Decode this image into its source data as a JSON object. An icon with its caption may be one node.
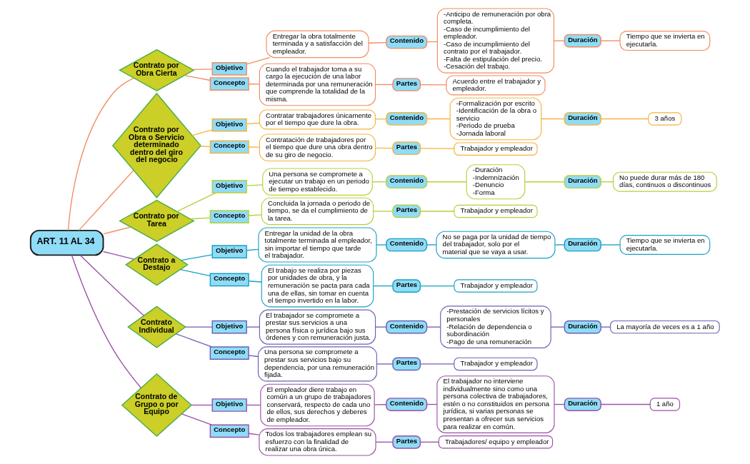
{
  "diagram": {
    "nodes": [
      {
        "text": [
          "ART. 11 AL 34"
        ]
      },
      {
        "text": [
          "Contrato por Obra Cierta"
        ]
      },
      {
        "text": [
          "Objetivo"
        ]
      },
      {
        "text": [
          "Entregar la obra totalmente terminada y a satisfacción del empleador."
        ]
      },
      {
        "text": [
          "Contenido"
        ]
      },
      {
        "text": [
          "-Anticipo de remuneración por obra completa. -Caso de incumplimiento del empleador. -Caso de incumplimiento del contrato por el trabajador. -Falta de estipulación del precio. -Cesación del trabajo."
        ]
      },
      {
        "text": [
          "Duración"
        ]
      },
      {
        "text": [
          "Tiempo que se invierta en ejecutarla."
        ]
      },
      {
        "text": [
          "Concepto"
        ]
      },
      {
        "text": [
          "Cuando el trabajador toma a su cargo la ejecución de una labor determinada por una remuneración que comprende la totalidad de la misma."
        ]
      },
      {
        "text": [
          "Partes"
        ]
      },
      {
        "text": [
          "Acuerdo entre el trabajador y empleador."
        ]
      },
      {
        "text": [
          "Contrato por Obra o Servicio determinado dentro del giro del negocio"
        ]
      },
      {
        "text": [
          "Objetivo"
        ]
      },
      {
        "text": [
          "Contratar trabajadores únicamente por el tiempo que dure la obra."
        ]
      },
      {
        "text": [
          "Contenido"
        ]
      },
      {
        "text": [
          "-Formalización por escrito -Identificación de la obra o servicio -Periodo de prueba -Jornada laboral"
        ]
      },
      {
        "text": [
          "Duración"
        ]
      },
      {
        "text": [
          "3 años"
        ]
      },
      {
        "text": [
          "Concepto"
        ]
      },
      {
        "text": [
          "Contratación de trabajadores por el tiempo que dure una obra dentro de su giro de negocio."
        ]
      },
      {
        "text": [
          "Partes"
        ]
      },
      {
        "text": [
          "Trabajador y empleador"
        ]
      },
      {
        "text": [
          "Contrato por Tarea"
        ]
      },
      {
        "text": [
          "Objetivo"
        ]
      },
      {
        "text": [
          "Una persona se compromete a ejecutar un trabajo en un periodo de tiempo establecido."
        ]
      },
      {
        "text": [
          "Contenido"
        ]
      },
      {
        "text": [
          "-Duración -Indemnización -Denuncio -Forma"
        ]
      },
      {
        "text": [
          "Duración"
        ]
      },
      {
        "text": [
          "No puede durar más de 180 días, continuos o discontinuos"
        ]
      },
      {
        "text": [
          "Concepto"
        ]
      },
      {
        "text": [
          "Concluida la jornada o periodo de tiempo, se da el cumplimiento de la tarea."
        ]
      },
      {
        "text": [
          "Partes"
        ]
      },
      {
        "text": [
          "Trabajador y empleador"
        ]
      },
      {
        "text": [
          "Contrato a Destajo"
        ]
      },
      {
        "text": [
          "Objetivo"
        ]
      },
      {
        "text": [
          "Entregar la unidad de la obra totalmente terminada al empleador, sin importar el tiempo que tarde el trabajador."
        ]
      },
      {
        "text": [
          "Contenido"
        ]
      },
      {
        "text": [
          "No se paga por la unidad de tiempo del trabajador, solo por el material que se vaya a usar."
        ]
      },
      {
        "text": [
          "Duración"
        ]
      },
      {
        "text": [
          "Tiempo que se invierta en ejecutarla."
        ]
      },
      {
        "text": [
          "Concepto"
        ]
      },
      {
        "text": [
          "El trabajo se realiza por piezas por unidades de obra, y la remuneración se pacta para cada una de ellas, sin tomar en cuenta el tiempo invertido en la labor."
        ]
      },
      {
        "text": [
          "Partes"
        ]
      },
      {
        "text": [
          "Trabajador y empleador"
        ]
      },
      {
        "text": [
          "Contrato Individual"
        ]
      },
      {
        "text": [
          "Objetivo"
        ]
      },
      {
        "text": [
          "El trabajador se compromete a prestar sus servicios a una persona física o jurídica bajo sus órdenes y con remuneración justa."
        ]
      },
      {
        "text": [
          "Contenido"
        ]
      },
      {
        "text": [
          "-Prestación de servicios lícitos y personales -Relación de dependencia o subordinación -Pago de una remuneración"
        ]
      },
      {
        "text": [
          "Duración"
        ]
      },
      {
        "text": [
          "La mayoría de veces es a 1 año"
        ]
      },
      {
        "text": [
          "Concepto"
        ]
      },
      {
        "text": [
          "Una persona se compromete a prestar sus servicios bajo su dependencia, por una remuneración fijada."
        ]
      },
      {
        "text": [
          "Partes"
        ]
      },
      {
        "text": [
          "Trabajador y empleador"
        ]
      },
      {
        "text": [
          "Contrato de Grupo o por Equipo"
        ]
      },
      {
        "text": [
          "Objetivo"
        ]
      },
      {
        "text": [
          "El empleador diere trabajo en común a un grupo de trabajadores conservará, respecto de cada uno de ellos, sus derechos y deberes de empleador."
        ]
      },
      {
        "text": [
          "Contenido"
        ]
      },
      {
        "text": [
          "El trabajador no interviene individualmente sino como una persona colectiva de trabajadores, estén o no constituidos en persona jurídica, si varias personas se presentan a ofrecer sus servicios para realizar en común."
        ]
      },
      {
        "text": [
          "Duración"
        ]
      },
      {
        "text": [
          "1 año"
        ]
      },
      {
        "text": [
          "Concepto"
        ]
      },
      {
        "text": [
          "Todos los trabajadores emplean su esfuerzo con la finalidad de realizar una obra única."
        ]
      },
      {
        "text": [
          "Partes"
        ]
      },
      {
        "text": [
          "Trabajadores/ equipo y empleador"
        ]
      }
    ],
    "edges": [
      {
        "from": 0,
        "to": 1,
        "arrow": "none",
        "color": "#f28b60"
      },
      {
        "from": 1,
        "to": 2,
        "arrow": "none",
        "color": "#f28b60"
      },
      {
        "from": 2,
        "to": 3,
        "arrow": "none",
        "color": "#f28b60"
      },
      {
        "from": 3,
        "to": 4,
        "arrow": "none",
        "color": "#f28b60"
      },
      {
        "from": 4,
        "to": 5,
        "arrow": "none",
        "color": "#f28b60"
      },
      {
        "from": 5,
        "to": 6,
        "arrow": "none",
        "color": "#f28b60"
      },
      {
        "from": 6,
        "to": 7,
        "arrow": "none",
        "color": "#f28b60"
      },
      {
        "from": 1,
        "to": 8,
        "arrow": "none",
        "color": "#f28b60"
      },
      {
        "from": 8,
        "to": 9,
        "arrow": "none",
        "color": "#f28b60"
      },
      {
        "from": 9,
        "to": 10,
        "arrow": "none",
        "color": "#f28b60"
      },
      {
        "from": 10,
        "to": 11,
        "arrow": "none",
        "color": "#f28b60"
      },
      {
        "from": 0,
        "to": 12,
        "arrow": "none",
        "color": "#f28b60"
      },
      {
        "from": 12,
        "to": 13,
        "arrow": "none",
        "color": "#f5b33d"
      },
      {
        "from": 13,
        "to": 14,
        "arrow": "none",
        "color": "#f5b33d"
      },
      {
        "from": 14,
        "to": 15,
        "arrow": "none",
        "color": "#f5b33d"
      },
      {
        "from": 15,
        "to": 16,
        "arrow": "none",
        "color": "#f5b33d"
      },
      {
        "from": 16,
        "to": 17,
        "arrow": "none",
        "color": "#f5b33d"
      },
      {
        "from": 17,
        "to": 18,
        "arrow": "none",
        "color": "#f5b33d"
      },
      {
        "from": 12,
        "to": 19,
        "arrow": "none",
        "color": "#f5b33d"
      },
      {
        "from": 19,
        "to": 20,
        "arrow": "none",
        "color": "#f5b33d"
      },
      {
        "from": 20,
        "to": 21,
        "arrow": "none",
        "color": "#f5b33d"
      },
      {
        "from": 21,
        "to": 22,
        "arrow": "none",
        "color": "#f5b33d"
      },
      {
        "from": 0,
        "to": 23,
        "arrow": "none",
        "color": "#f28b60"
      },
      {
        "from": 23,
        "to": 24,
        "arrow": "none",
        "color": "#b7cf3b"
      },
      {
        "from": 24,
        "to": 25,
        "arrow": "none",
        "color": "#b7cf3b"
      },
      {
        "from": 25,
        "to": 26,
        "arrow": "none",
        "color": "#b7cf3b"
      },
      {
        "from": 26,
        "to": 27,
        "arrow": "none",
        "color": "#b7cf3b"
      },
      {
        "from": 27,
        "to": 28,
        "arrow": "none",
        "color": "#b7cf3b"
      },
      {
        "from": 28,
        "to": 29,
        "arrow": "none",
        "color": "#b7cf3b"
      },
      {
        "from": 23,
        "to": 30,
        "arrow": "none",
        "color": "#b7cf3b"
      },
      {
        "from": 30,
        "to": 31,
        "arrow": "none",
        "color": "#b7cf3b"
      },
      {
        "from": 31,
        "to": 32,
        "arrow": "none",
        "color": "#b7cf3b"
      },
      {
        "from": 32,
        "to": 33,
        "arrow": "none",
        "color": "#b7cf3b"
      },
      {
        "from": 0,
        "to": 34,
        "arrow": "none",
        "color": "#9b50a6"
      },
      {
        "from": 34,
        "to": 35,
        "arrow": "none",
        "color": "#1b9fc4"
      },
      {
        "from": 35,
        "to": 36,
        "arrow": "none",
        "color": "#1b9fc4"
      },
      {
        "from": 36,
        "to": 37,
        "arrow": "none",
        "color": "#1b9fc4"
      },
      {
        "from": 37,
        "to": 38,
        "arrow": "none",
        "color": "#1b9fc4"
      },
      {
        "from": 38,
        "to": 39,
        "arrow": "none",
        "color": "#1b9fc4"
      },
      {
        "from": 39,
        "to": 40,
        "arrow": "none",
        "color": "#1b9fc4"
      },
      {
        "from": 34,
        "to": 41,
        "arrow": "none",
        "color": "#1b9fc4"
      },
      {
        "from": 41,
        "to": 42,
        "arrow": "none",
        "color": "#1b9fc4"
      },
      {
        "from": 42,
        "to": 43,
        "arrow": "none",
        "color": "#1b9fc4"
      },
      {
        "from": 43,
        "to": 44,
        "arrow": "none",
        "color": "#1b9fc4"
      },
      {
        "from": 0,
        "to": 45,
        "arrow": "none",
        "color": "#9b50a6"
      },
      {
        "from": 45,
        "to": 46,
        "arrow": "none",
        "color": "#6e60b6"
      },
      {
        "from": 46,
        "to": 47,
        "arrow": "none",
        "color": "#6e60b6"
      },
      {
        "from": 47,
        "to": 48,
        "arrow": "none",
        "color": "#6e60b6"
      },
      {
        "from": 48,
        "to": 49,
        "arrow": "none",
        "color": "#6e60b6"
      },
      {
        "from": 49,
        "to": 50,
        "arrow": "none",
        "color": "#6e60b6"
      },
      {
        "from": 50,
        "to": 51,
        "arrow": "none",
        "color": "#6e60b6"
      },
      {
        "from": 45,
        "to": 52,
        "arrow": "none",
        "color": "#6e60b6"
      },
      {
        "from": 52,
        "to": 53,
        "arrow": "none",
        "color": "#6e60b6"
      },
      {
        "from": 53,
        "to": 54,
        "arrow": "none",
        "color": "#6e60b6"
      },
      {
        "from": 54,
        "to": 55,
        "arrow": "none",
        "color": "#6e60b6"
      },
      {
        "from": 0,
        "to": 56,
        "arrow": "none",
        "color": "#9b50a6"
      },
      {
        "from": 56,
        "to": 57,
        "arrow": "none",
        "color": "#9b50a6"
      },
      {
        "from": 57,
        "to": 58,
        "arrow": "none",
        "color": "#9b50a6"
      },
      {
        "from": 58,
        "to": 59,
        "arrow": "none",
        "color": "#9b50a6"
      },
      {
        "from": 59,
        "to": 60,
        "arrow": "none",
        "color": "#9b50a6"
      },
      {
        "from": 60,
        "to": 61,
        "arrow": "none",
        "color": "#9b50a6"
      },
      {
        "from": 61,
        "to": 62,
        "arrow": "none",
        "color": "#9b50a6"
      },
      {
        "from": 56,
        "to": 63,
        "arrow": "none",
        "color": "#9b50a6"
      },
      {
        "from": 63,
        "to": 64,
        "arrow": "none",
        "color": "#9b50a6"
      },
      {
        "from": 64,
        "to": 65,
        "arrow": "none",
        "color": "#9b50a6"
      },
      {
        "from": 65,
        "to": 66,
        "arrow": "none",
        "color": "#9b50a6"
      }
    ]
  }
}
